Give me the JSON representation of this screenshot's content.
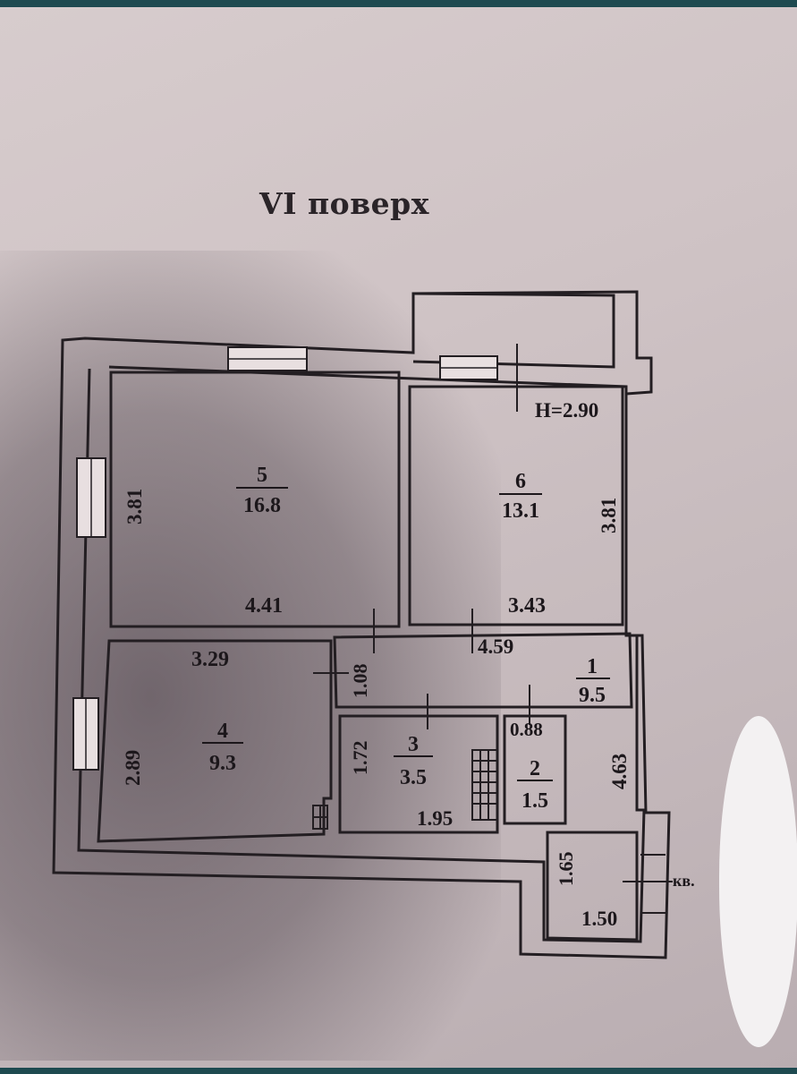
{
  "floor_title": "VI поверх",
  "ceiling_height": "H=2.90",
  "rooms": [
    {
      "number": "5",
      "area": "16.8"
    },
    {
      "number": "6",
      "area": "13.1"
    },
    {
      "number": "4",
      "area": "9.3"
    },
    {
      "number": "3",
      "area": "3.5"
    },
    {
      "number": "2",
      "area": "1.5"
    },
    {
      "number": "1",
      "area": "9.5"
    }
  ],
  "dimensions": {
    "r5_height": "3.81",
    "r5_width": "4.41",
    "r6_height": "3.81",
    "r6_width": "3.43",
    "r4_width": "3.29",
    "r4_height": "2.89",
    "corridor_height": "1.08",
    "corridor_width": "4.59",
    "r3_height": "1.72",
    "r3_width": "1.95",
    "r2_width": "0.88",
    "hall_height": "4.63",
    "entry_height": "1.65",
    "entry_width": "1.50"
  },
  "entrance_label": "кв."
}
